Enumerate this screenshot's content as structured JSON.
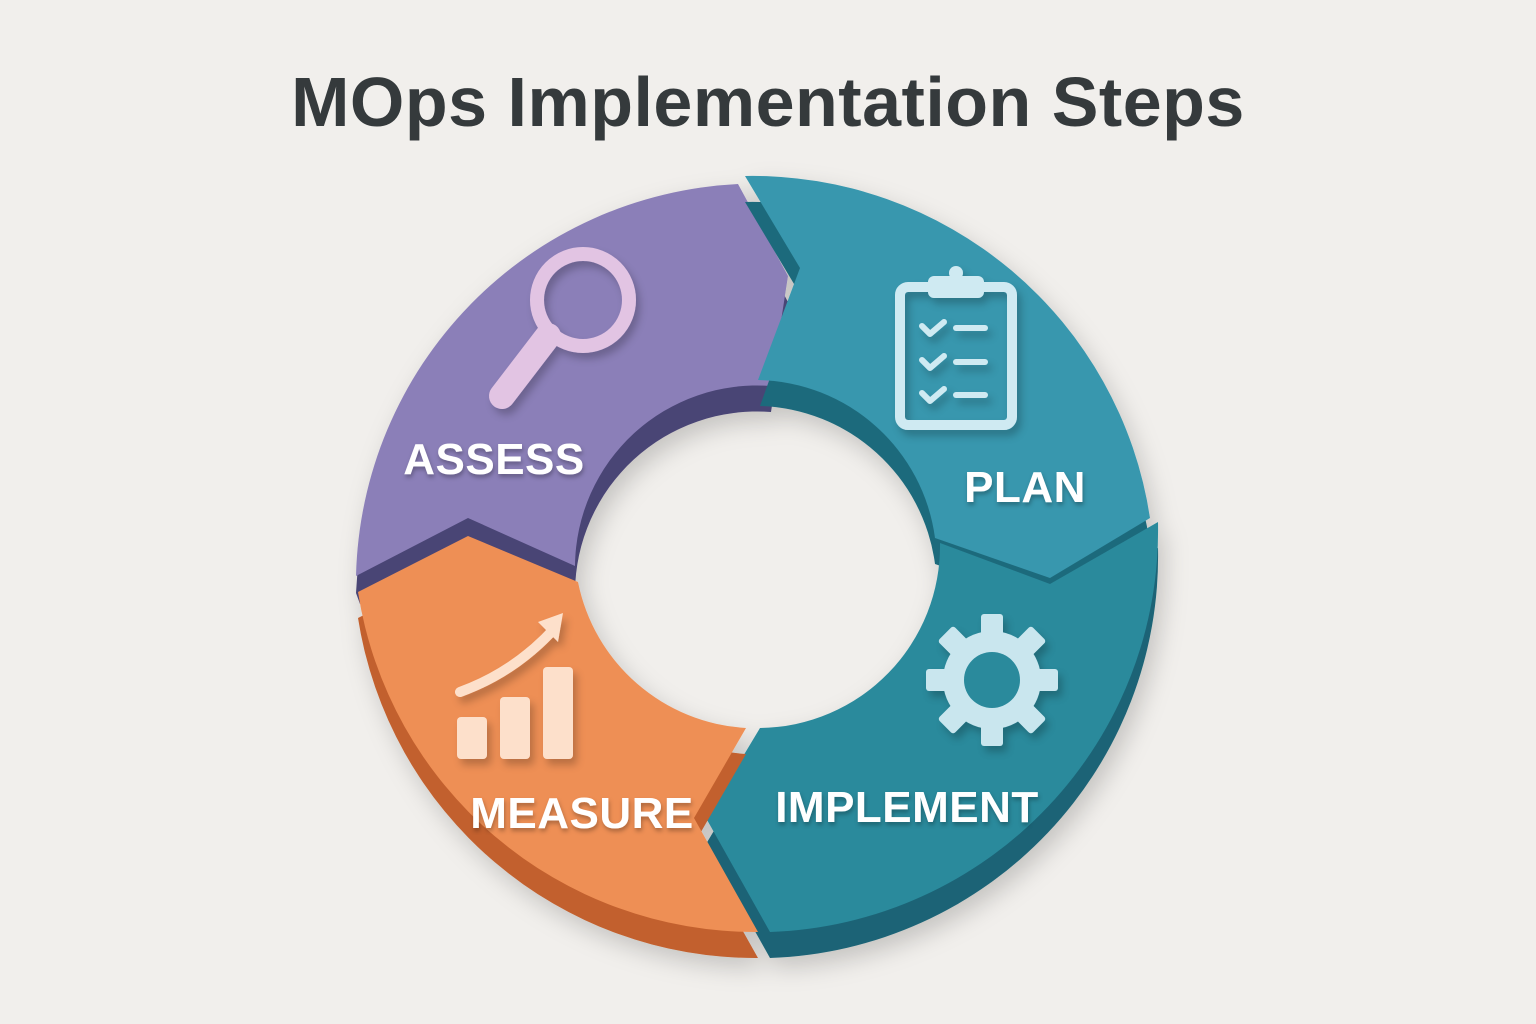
{
  "title": "MOps Implementation Steps",
  "colors": {
    "background": "#f1efec",
    "title": "#353a3c",
    "assess": "#8b7fb8",
    "plan": "#3797ae",
    "implement": "#2a8a9c",
    "measure": "#ee8f54",
    "label": "#ffffff"
  },
  "steps": [
    {
      "label": "ASSESS",
      "icon": "magnifying-glass-icon",
      "color": "#8b7fb8"
    },
    {
      "label": "PLAN",
      "icon": "clipboard-checklist-icon",
      "color": "#3797ae"
    },
    {
      "label": "IMPLEMENT",
      "icon": "gear-icon",
      "color": "#2a8a9c"
    },
    {
      "label": "MEASURE",
      "icon": "growth-chart-icon",
      "color": "#ee8f54"
    }
  ]
}
